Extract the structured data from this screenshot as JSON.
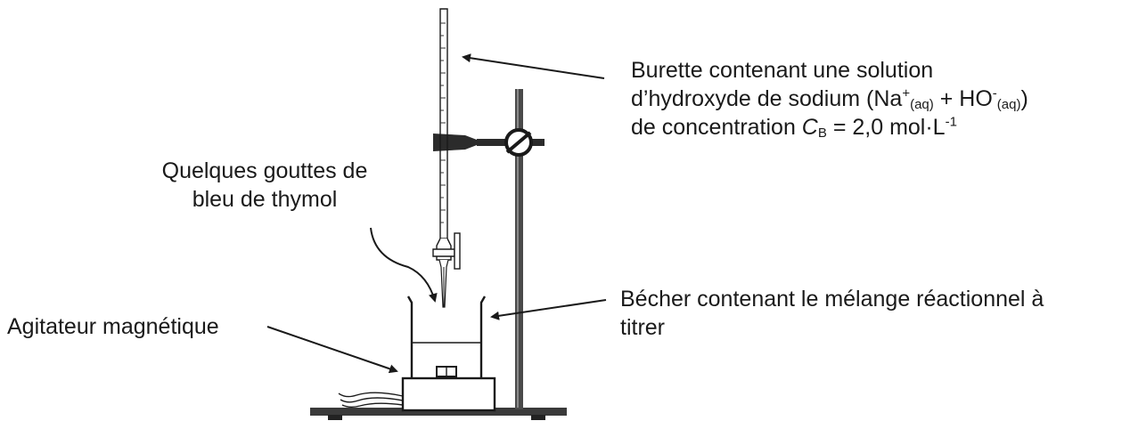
{
  "labels": {
    "burette": {
      "line1": "Burette contenant une solution",
      "line2_pre": "d’hydroxyde de sodium (Na",
      "na_sup": "+",
      "na_sub": "(aq)",
      "plus": " + HO",
      "ho_sup": "-",
      "ho_sub": "(aq)",
      "line2_post": ")",
      "line3_pre": "de concentration ",
      "cb_symbol": "C",
      "cb_sub": "B",
      "line3_eq": " = 2,0 mol·L",
      "unit_sup": "-1"
    },
    "indicator": {
      "line1": "Quelques gouttes de",
      "line2": "bleu de thymol"
    },
    "beaker": {
      "line1": "Bécher contenant le mélange réactionnel à",
      "line2": "titrer"
    },
    "stirrer": "Agitateur magnétique"
  },
  "colors": {
    "ink": "#1a1a1a",
    "dark_metal": "#2b2b2b",
    "rod": "#4a4a4a",
    "base": "#3a3a3a"
  }
}
